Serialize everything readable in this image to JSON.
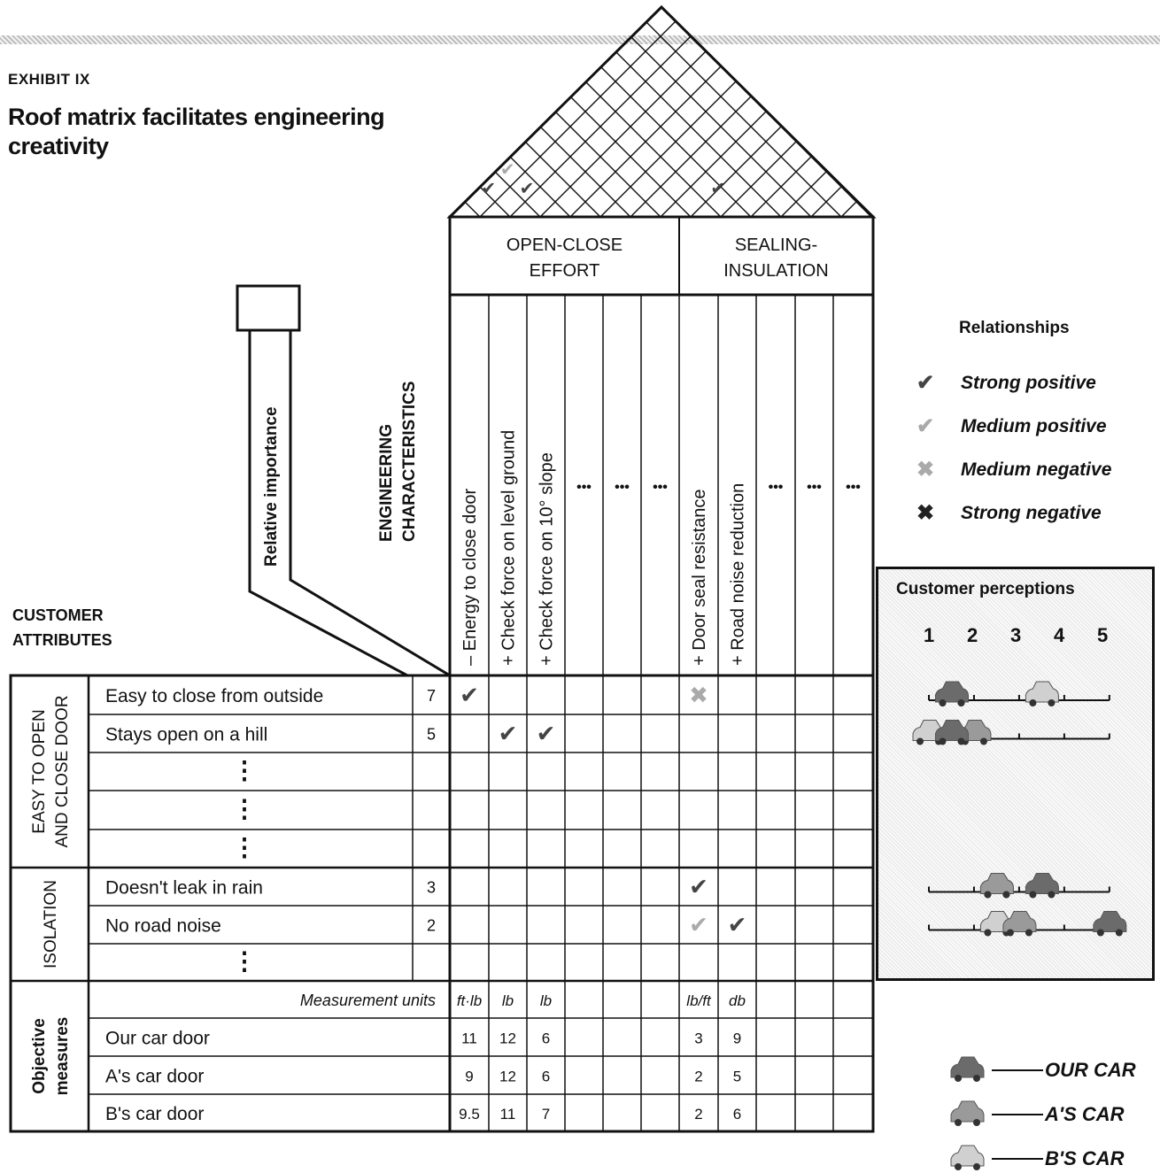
{
  "exhibit": "EXHIBIT IX",
  "title": "Roof matrix facilitates engineering creativity",
  "relative_importance": "Relative importance",
  "engineering_characteristics": [
    "ENGINEERING",
    "CHARACTERISTICS"
  ],
  "customer_attributes": [
    "CUSTOMER",
    "ATTRIBUTES"
  ],
  "groups": [
    {
      "label_lines": [
        "OPEN-CLOSE",
        "EFFORT"
      ]
    },
    {
      "label_lines": [
        "SEALING-",
        "INSULATION"
      ]
    }
  ],
  "characteristics": [
    {
      "text": "–  Energy to close door"
    },
    {
      "text": "+  Check force on level ground"
    },
    {
      "text": "+  Check force on 10° slope"
    },
    {
      "text": "•••"
    },
    {
      "text": "•••"
    },
    {
      "text": "•••"
    },
    {
      "text": "+  Door seal resistance"
    },
    {
      "text": "+  Road noise reduction"
    },
    {
      "text": "•••"
    },
    {
      "text": "•••"
    },
    {
      "text": "•••"
    }
  ],
  "row_groups": [
    {
      "label_lines": [
        "EASY TO OPEN",
        "AND CLOSE DOOR"
      ]
    },
    {
      "label_lines": [
        "ISOLATION"
      ]
    },
    {
      "label_lines": [
        "Objective",
        "measures"
      ]
    }
  ],
  "rows": [
    {
      "attr": "Easy to close from outside",
      "importance": "7",
      "marks": {
        "0": "strong-positive",
        "6": "medium-negative"
      }
    },
    {
      "attr": "Stays open on a hill",
      "importance": "5",
      "marks": {
        "1": "strong-positive",
        "2": "strong-positive"
      }
    },
    {
      "attr": "⋮",
      "importance": "",
      "marks": {}
    },
    {
      "attr": "⋮",
      "importance": "",
      "marks": {}
    },
    {
      "attr": "⋮",
      "importance": "",
      "marks": {}
    },
    {
      "attr": "Doesn't leak in rain",
      "importance": "3",
      "marks": {
        "6": "strong-positive"
      }
    },
    {
      "attr": "No road noise",
      "importance": "2",
      "marks": {
        "6": "medium-positive",
        "7": "strong-positive"
      }
    },
    {
      "attr": "⋮",
      "importance": "",
      "marks": {}
    }
  ],
  "objective_measures": {
    "units_label": "Measurement units",
    "units": [
      "ft·lb",
      "lb",
      "lb",
      "",
      "",
      "",
      "lb/ft",
      "db",
      "",
      "",
      ""
    ],
    "rows": [
      {
        "label": "Our car door",
        "values": [
          "11",
          "12",
          "6",
          "",
          "",
          "",
          "3",
          "9",
          "",
          "",
          ""
        ]
      },
      {
        "label": "A's car door",
        "values": [
          "9",
          "12",
          "6",
          "",
          "",
          "",
          "2",
          "5",
          "",
          "",
          ""
        ]
      },
      {
        "label": "B's car door",
        "values": [
          "9.5",
          "11",
          "7",
          "",
          "",
          "",
          "2",
          "6",
          "",
          "",
          ""
        ]
      }
    ]
  },
  "roof_marks": [
    {
      "a": 0,
      "b": 2,
      "type": "medium-positive"
    },
    {
      "a": 0,
      "b": 1,
      "type": "strong-positive"
    },
    {
      "a": 1,
      "b": 2,
      "type": "strong-positive"
    },
    {
      "a": 6,
      "b": 7,
      "type": "strong-positive"
    }
  ],
  "relationships": {
    "title": "Relationships",
    "items": [
      {
        "label": "Strong positive",
        "type": "strong-positive",
        "symbol": "✔"
      },
      {
        "label": "Medium positive",
        "type": "medium-positive",
        "symbol": "✔"
      },
      {
        "label": "Medium negative",
        "type": "medium-negative",
        "symbol": "✖"
      },
      {
        "label": "Strong negative",
        "type": "strong-negative",
        "symbol": "✖"
      }
    ]
  },
  "customer_perceptions": {
    "title": "Customer perceptions",
    "scale": [
      "1",
      "2",
      "3",
      "4",
      "5"
    ],
    "ratings": [
      {
        "row": 0,
        "ours": 1.5,
        "a": 1.5,
        "b": 3.5
      },
      {
        "row": 1,
        "ours": 1.5,
        "a": 2.0,
        "b": 1.0
      },
      {
        "row": 5,
        "ours": 3.5,
        "a": 2.5,
        "b": 2.5
      },
      {
        "row": 6,
        "ours": 5.0,
        "a": 3.0,
        "b": 2.5
      }
    ]
  },
  "car_key": [
    {
      "label": "OUR CAR",
      "color": "#6b6b6b"
    },
    {
      "label": "A'S CAR",
      "color": "#9a9a9a"
    },
    {
      "label": "B'S CAR",
      "color": "#d0d0d0"
    }
  ]
}
